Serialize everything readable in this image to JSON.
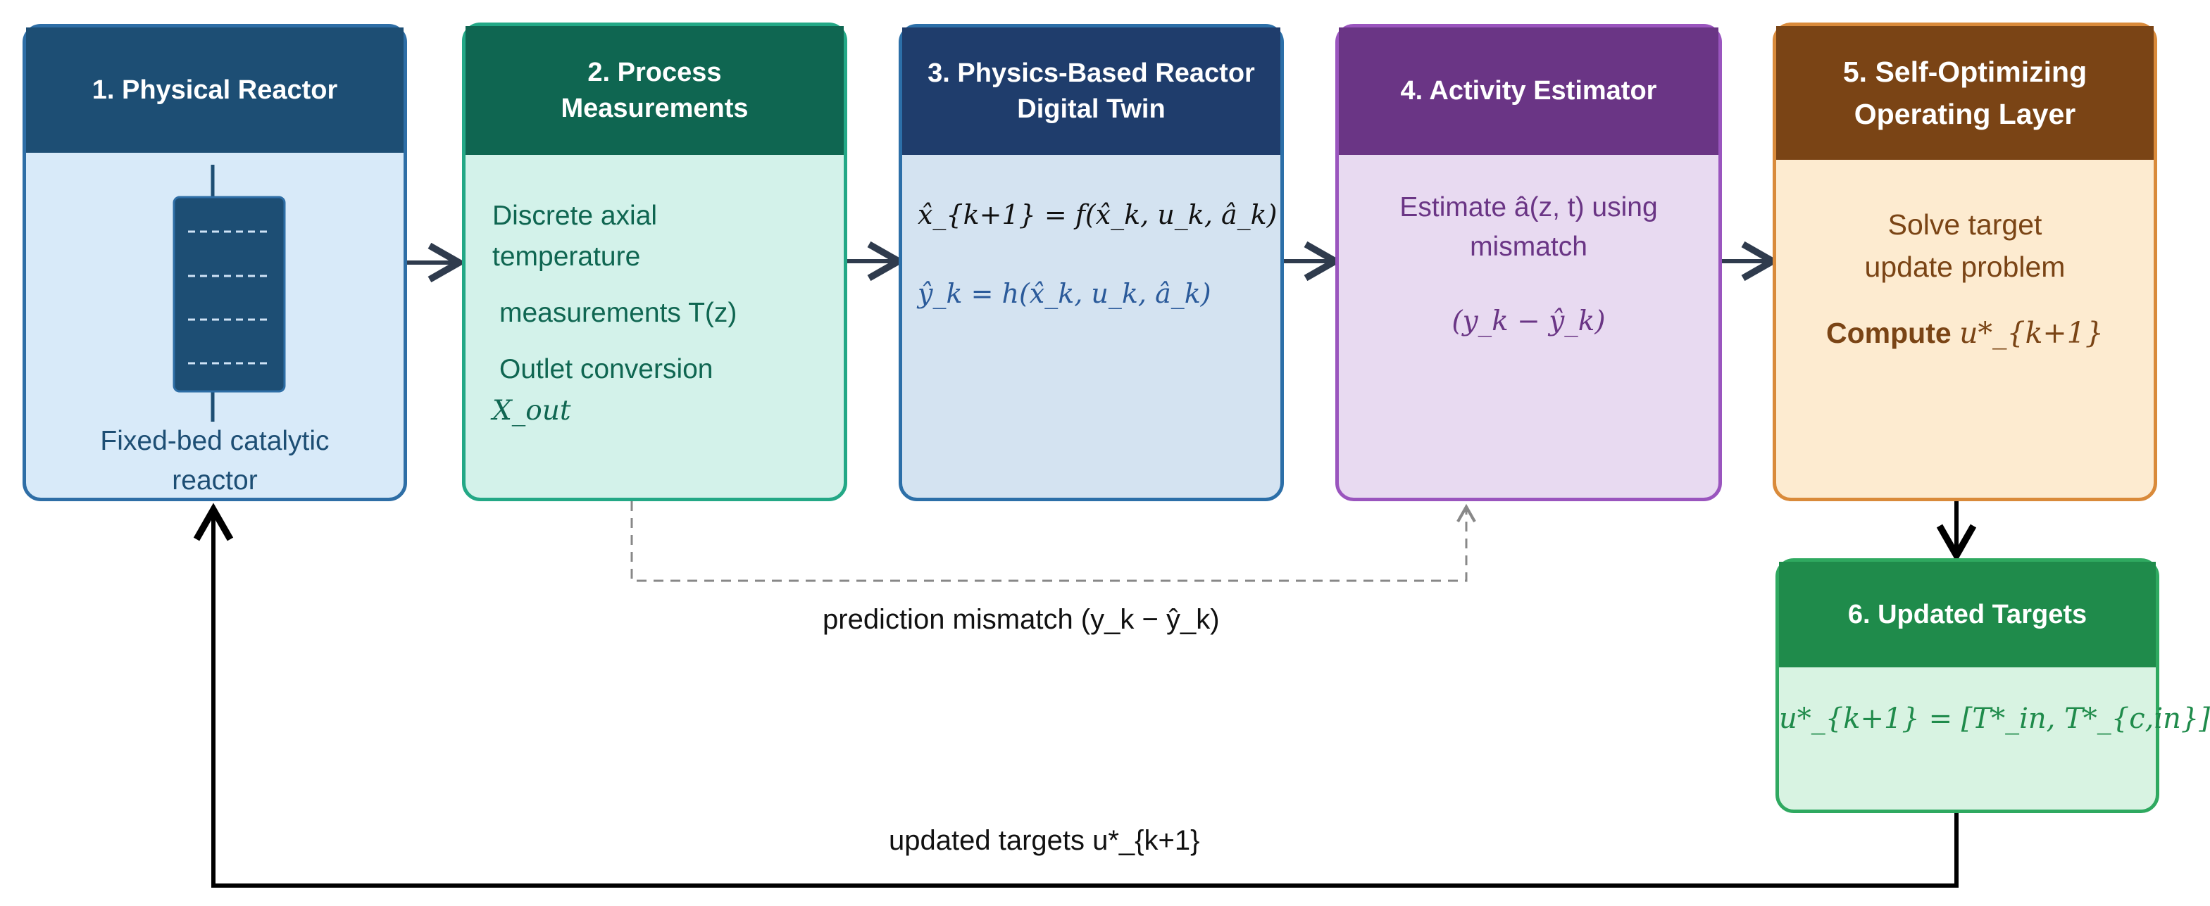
{
  "boxes": {
    "b1": {
      "title": "1. Physical Reactor",
      "caption_line1": "Fixed-bed catalytic",
      "caption_line2": "reactor"
    },
    "b2": {
      "title_line1": "2. Process",
      "title_line2": "Measurements",
      "line1": "Discrete axial",
      "line2": "temperature",
      "line3": "measurements T(z)",
      "line4": "Outlet conversion",
      "line5": "X_out"
    },
    "b3": {
      "title_line1": "3. Physics-Based Reactor",
      "title_line2": "Digital Twin",
      "eq1": "x̂_{k+1} = f(x̂_k, u_k, â_k)",
      "eq2": "ŷ_k = h(x̂_k, u_k, â_k)"
    },
    "b4": {
      "title": "4. Activity Estimator",
      "line1": "Estimate â(z, t) using",
      "line2": "mismatch",
      "line3": "(y_k − ŷ_k)"
    },
    "b5": {
      "title_line1": "5. Self-Optimizing",
      "title_line2": "Operating Layer",
      "line1": "Solve target",
      "line2": "update problem",
      "compute_label": "Compute",
      "compute_math": "u*_{k+1}"
    },
    "b6": {
      "title": "6. Updated Targets",
      "eq": "u*_{k+1} = [T*_in, T*_{c,in}]"
    }
  },
  "labels": {
    "mismatch": "prediction mismatch (y_k − ŷ_k)",
    "updated": "updated targets u*_{k+1}"
  },
  "colors": {
    "b1_header": "#1d4e74",
    "b1_body": "#d8eaf9",
    "b1_border": "#2e6ea6",
    "b2_header": "#0f6651",
    "b2_body": "#d3f2ea",
    "b2_border": "#23a886",
    "b3_header": "#1f3d6c",
    "b3_body": "#d4e3f1",
    "b3_border": "#2c6fa8",
    "b4_header": "#6a3585",
    "b4_body": "#e8daf1",
    "b4_border": "#9a55be",
    "b5_header": "#7a4415",
    "b5_body": "#fdebd0",
    "b5_border": "#d98a3a",
    "b6_header": "#1f8b4b",
    "b6_body": "#d8f3e2",
    "b6_border": "#2fa960"
  }
}
